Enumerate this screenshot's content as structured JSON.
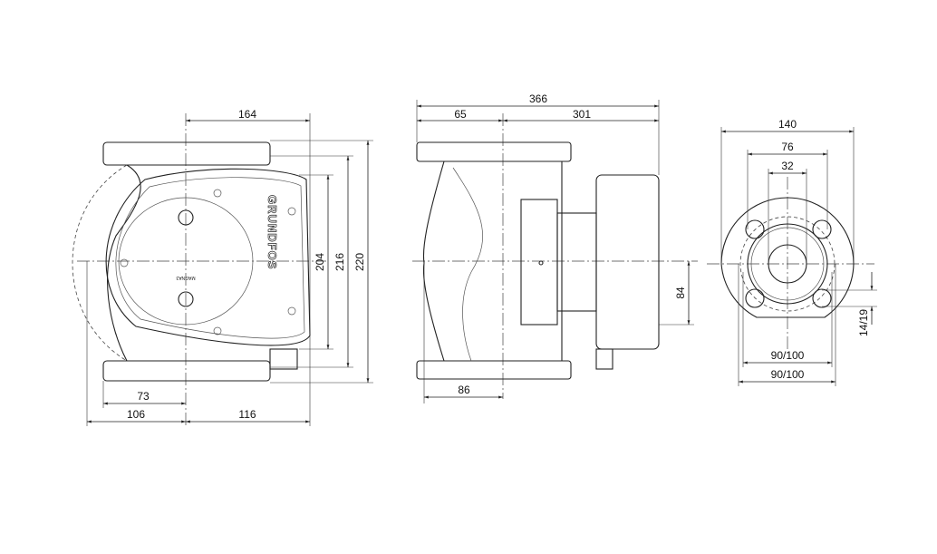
{
  "front_view": {
    "dims": {
      "width_top": "164",
      "left_73": "73",
      "left_106": "106",
      "right_116": "116",
      "h_204": "204",
      "h_216": "216",
      "h_220": "220"
    },
    "logo": "GRUNDFOS",
    "model": "MAGNA3"
  },
  "side_view": {
    "dims": {
      "overall": "366",
      "left_65": "65",
      "right_301": "301",
      "bottom_86": "86",
      "offset_84": "84"
    }
  },
  "end_view": {
    "dims": {
      "flange": "140",
      "bolt": "76",
      "bore": "32",
      "hole": "14/19",
      "pcd_a": "90/100",
      "pcd_b": "90/100"
    }
  }
}
